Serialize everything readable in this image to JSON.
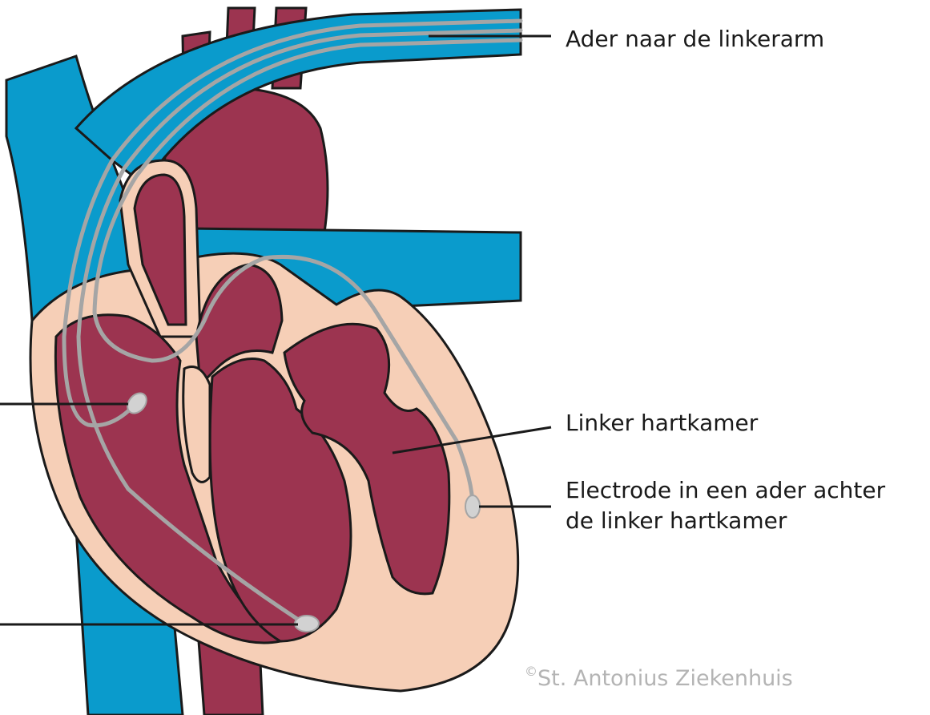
{
  "labels": {
    "vein_left_arm": "Ader naar de linkerarm",
    "left_ventricle": "Linker hartkamer",
    "lv_electrode_line1": "Electrode in een ader achter",
    "lv_electrode_line2": "de linker hartkamer"
  },
  "copyright": {
    "symbol": "©",
    "text": "St. Antonius Ziekenhuis"
  },
  "colors": {
    "vein_blue": "#0a9bcc",
    "heart_muscle": "#9c3450",
    "heart_wall": "#f6cfb7",
    "outline": "#1a1a1a",
    "lead_wire": "#a5a5a5",
    "electrode_tip": "#d2d2d2"
  }
}
